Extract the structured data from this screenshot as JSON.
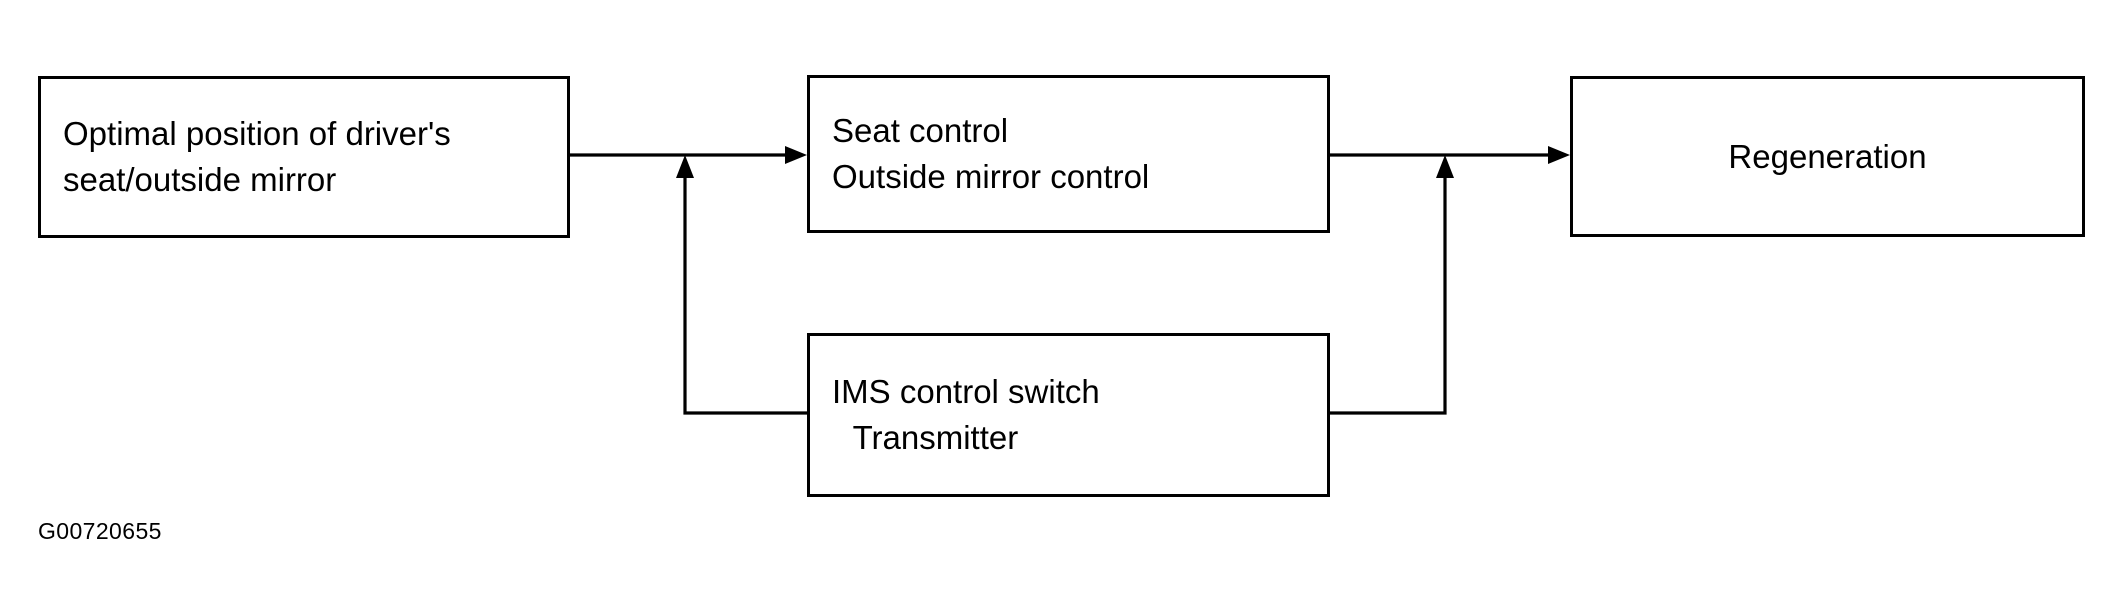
{
  "figure": {
    "caption": "G00720655",
    "background_color": "#ffffff",
    "line_color": "#000000",
    "text_color": "#000000"
  },
  "nodes": {
    "optimal_position": {
      "line1": "Optimal position of driver's",
      "line2": "seat/outside mirror"
    },
    "seat_control": {
      "line1": "Seat control",
      "line2": "Outside mirror control"
    },
    "regeneration": {
      "line1": "Regeneration"
    },
    "ims_switch": {
      "line1": "IMS control switch",
      "line2": " Transmitter"
    }
  }
}
